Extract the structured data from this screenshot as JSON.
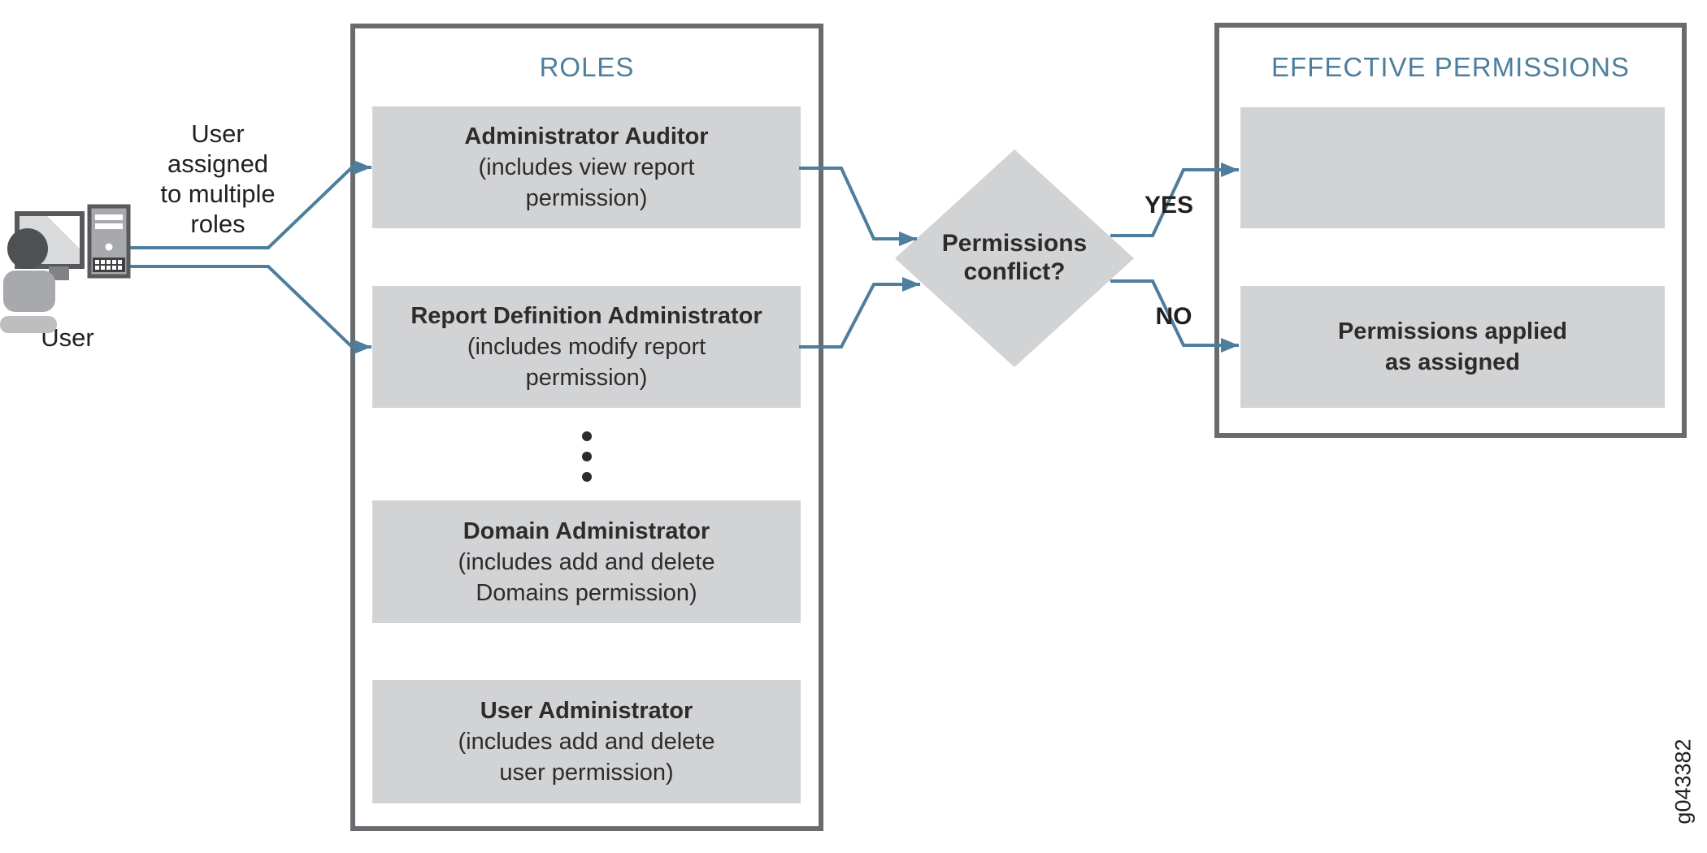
{
  "user": {
    "caption": "User",
    "assignment_lines": [
      "User",
      "assigned",
      "to multiple",
      "roles"
    ]
  },
  "roles_panel": {
    "title": "ROLES",
    "items": [
      {
        "name": "Administrator Auditor",
        "detail1": "(includes view report",
        "detail2": "permission)"
      },
      {
        "name": "Report Definition Administrator",
        "detail1": "(includes modify report",
        "detail2": "permission)"
      },
      {
        "name": "Domain Administrator",
        "detail1": "(includes add and delete",
        "detail2": "Domains permission)"
      },
      {
        "name": "User Administrator",
        "detail1": "(includes add and delete",
        "detail2": "user permission)"
      }
    ]
  },
  "decision": {
    "line1": "Permissions",
    "line2": "conflict?",
    "yes": "YES",
    "no": "NO"
  },
  "effective_panel": {
    "title": "EFFECTIVE PERMISSIONS",
    "boxes": [
      {
        "lines": []
      },
      {
        "lines": [
          "Permissions applied",
          "as assigned"
        ]
      }
    ]
  },
  "figure_id": "g043382",
  "colors": {
    "accent_blue": "#4d7e9d",
    "box_gray": "#d2d3d5",
    "panel_border_gray": "#6a6b6e",
    "text_dark": "#2d2b2c"
  }
}
